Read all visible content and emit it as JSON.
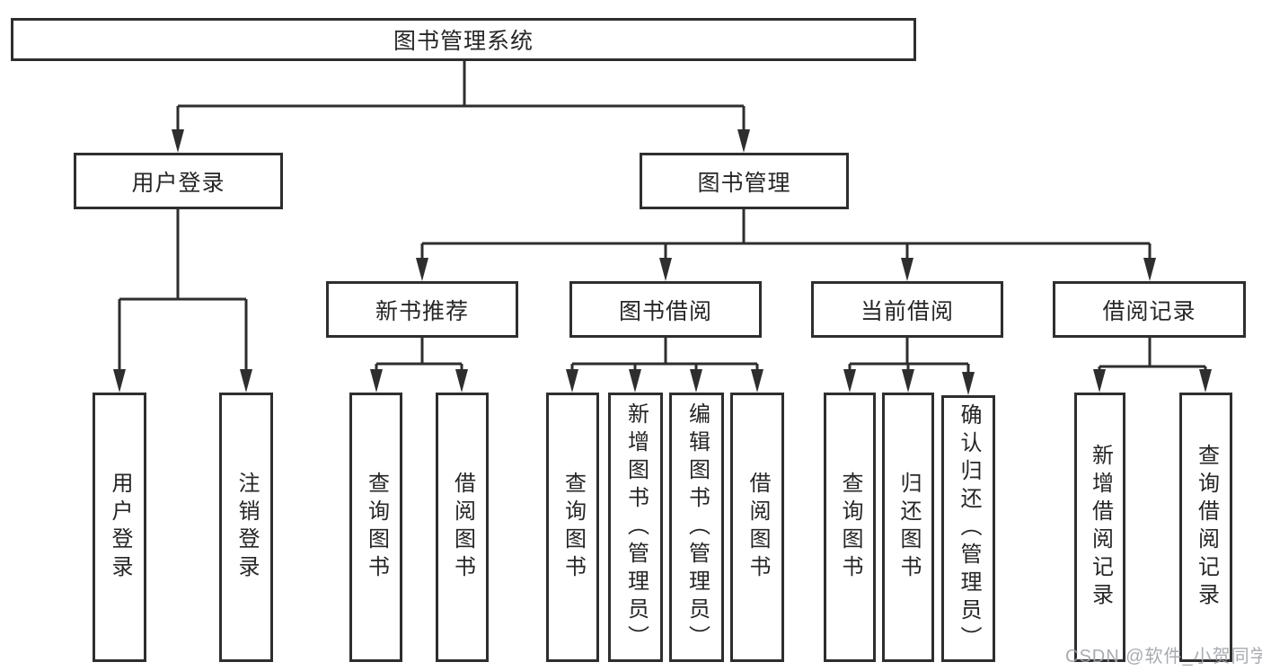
{
  "diagram_title": "图书管理系统",
  "tree": {
    "label": "图书管理系统",
    "children": [
      {
        "label": "用户登录",
        "children": [
          {
            "label": "用户登录"
          },
          {
            "label": "注销登录"
          }
        ]
      },
      {
        "label": "图书管理",
        "children": [
          {
            "label": "新书推荐",
            "children": [
              {
                "label": "查询图书"
              },
              {
                "label": "借阅图书"
              }
            ]
          },
          {
            "label": "图书借阅",
            "children": [
              {
                "label": "查询图书"
              },
              {
                "label": "新增图书（管理员）"
              },
              {
                "label": "编辑图书（管理员）"
              },
              {
                "label": "借阅图书"
              }
            ]
          },
          {
            "label": "当前借阅",
            "children": [
              {
                "label": "查询图书"
              },
              {
                "label": "归还图书"
              },
              {
                "label": "确认归还（管理员）"
              }
            ]
          },
          {
            "label": "借阅记录",
            "children": [
              {
                "label": "新增借阅记录"
              },
              {
                "label": "查询借阅记录"
              }
            ]
          }
        ]
      }
    ]
  },
  "watermark": {
    "text": "CSDN @软件_小贺同学"
  },
  "colors": {
    "line": "#2e2e2e",
    "text": "#262626",
    "watermark": "#9ea2a8",
    "background": "#ffffff"
  }
}
